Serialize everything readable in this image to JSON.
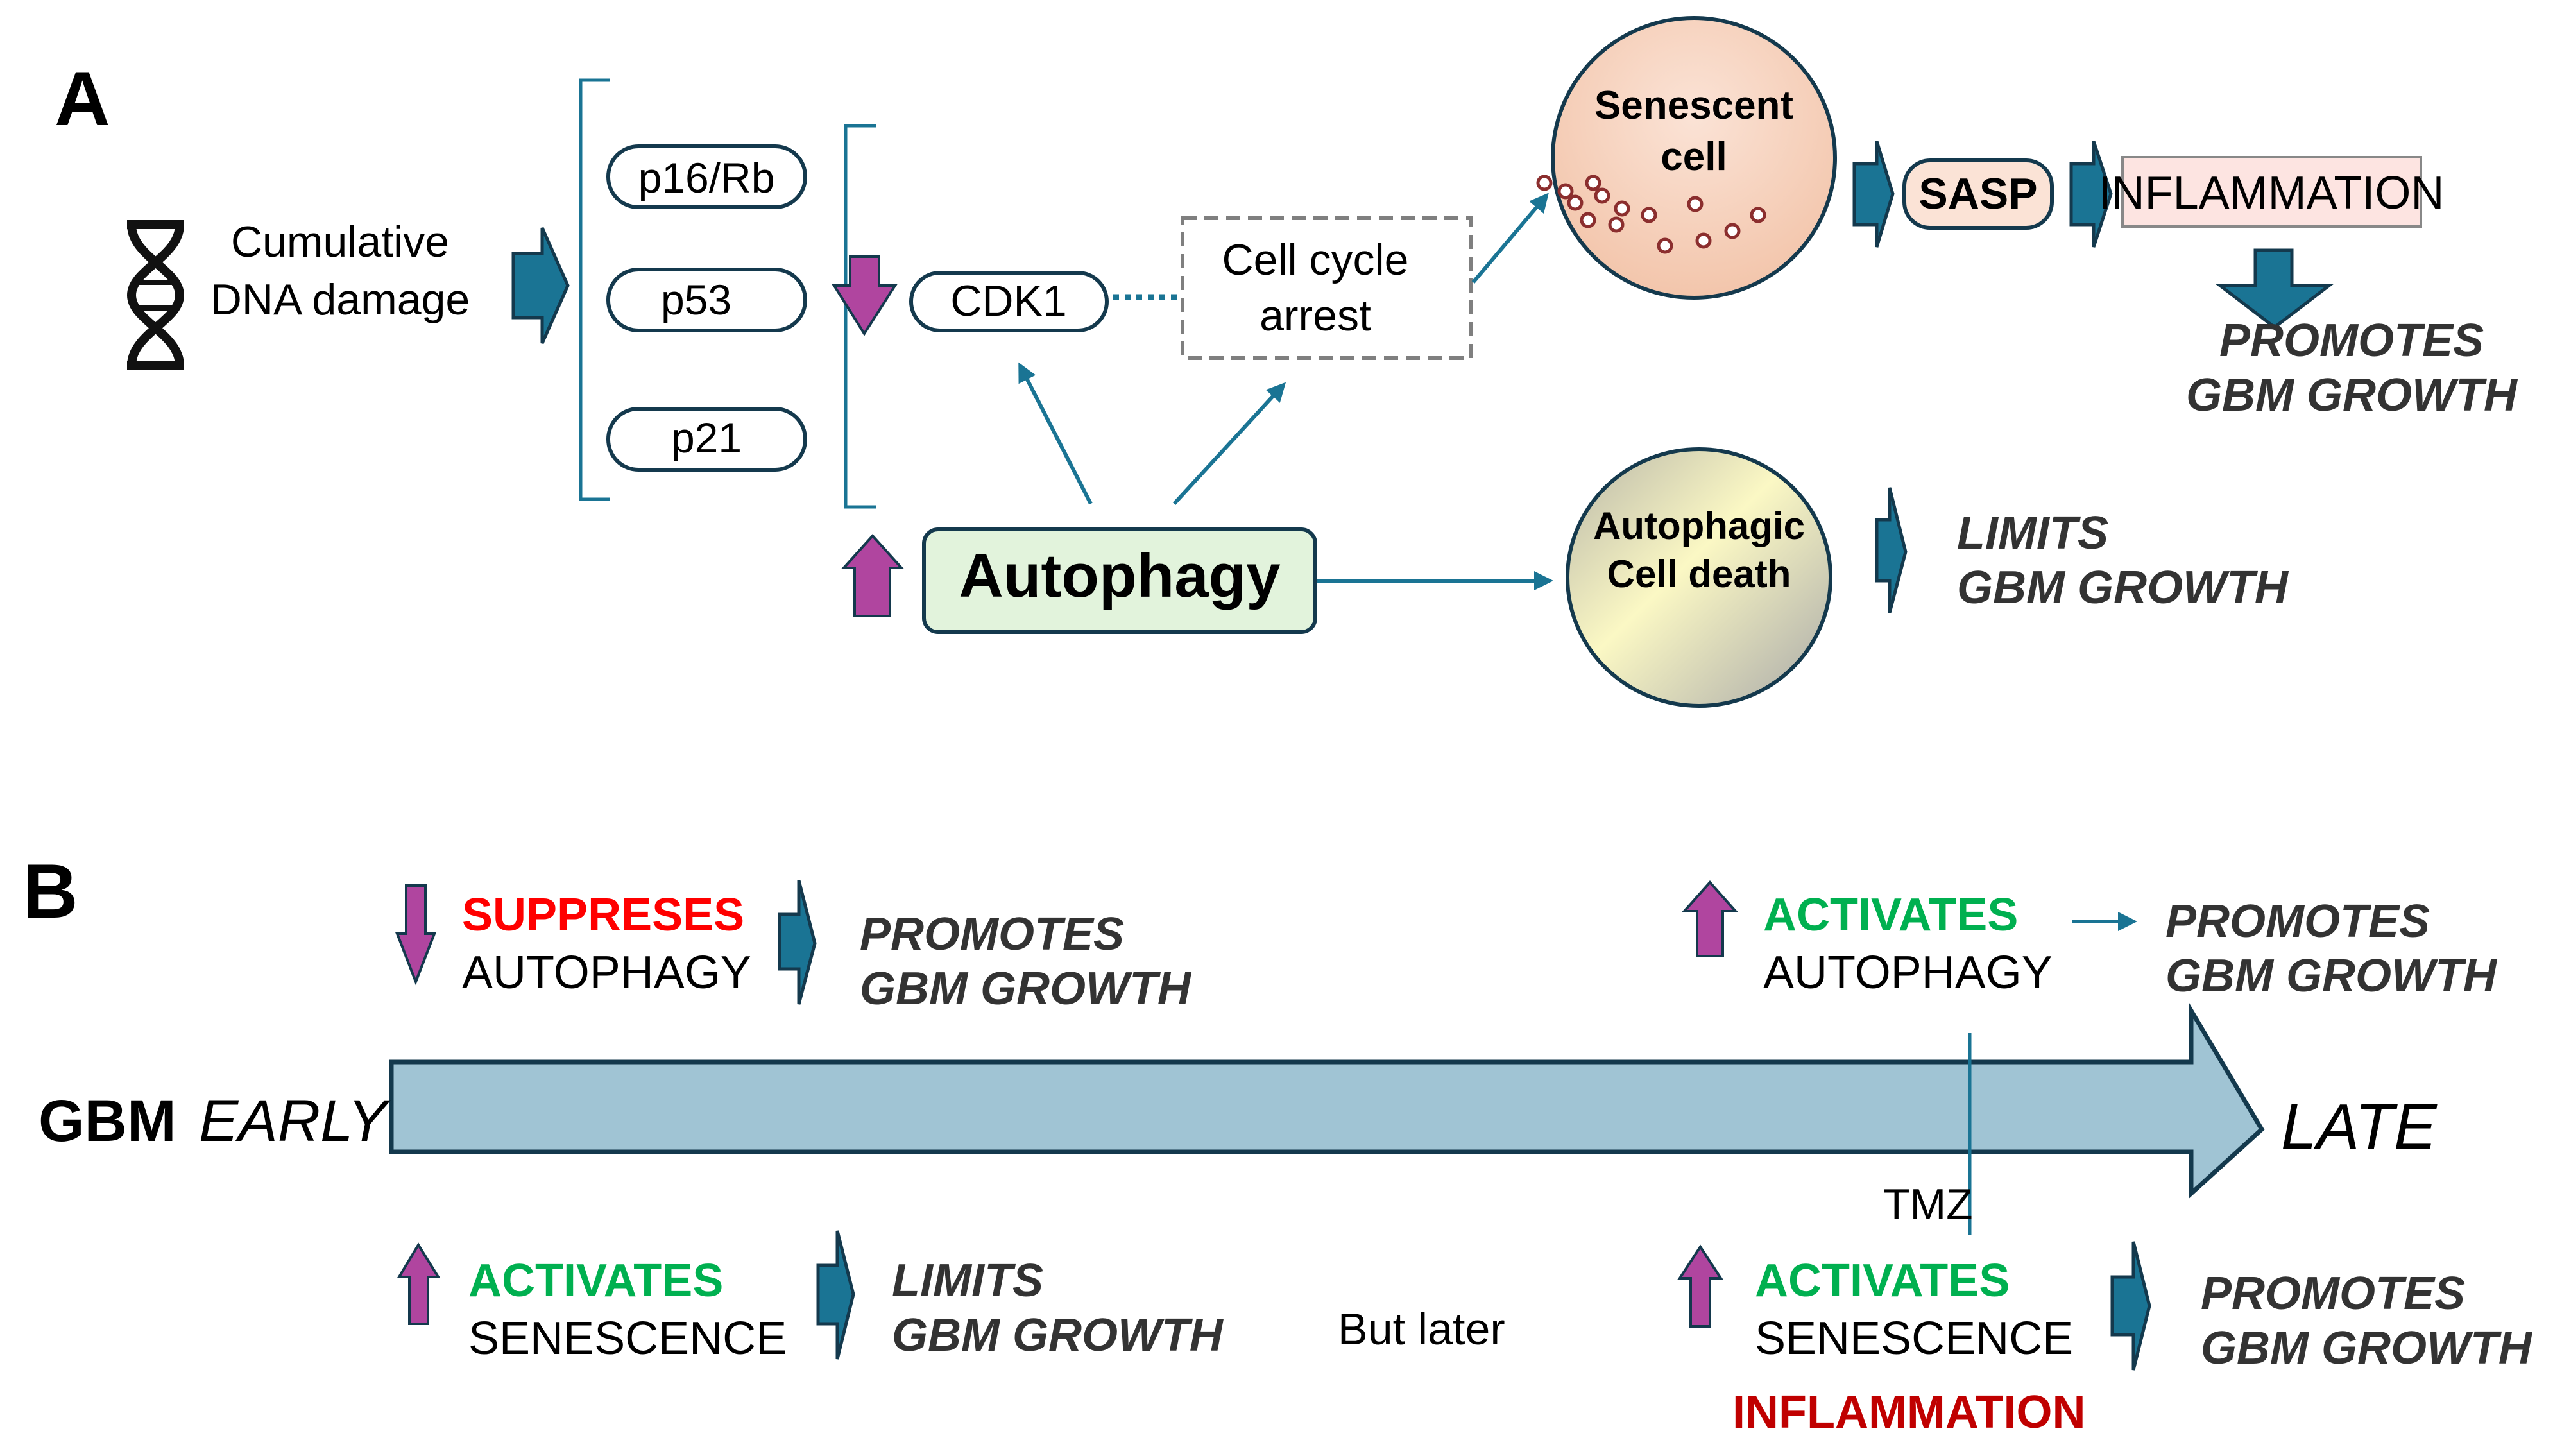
{
  "panelA": {
    "label": "A",
    "dna_damage": {
      "line1": "Cumulative",
      "line2": "DNA damage"
    },
    "checkpoints": [
      "p16/Rb",
      "p53",
      "p21"
    ],
    "cdk1": "CDK1",
    "cell_cycle_arrest": {
      "line1": "Cell cycle",
      "line2": "arrest"
    },
    "autophagy": "Autophagy",
    "senescent_cell": {
      "line1": "Senescent",
      "line2": "cell"
    },
    "sasp": "SASP",
    "inflammation": "INFLAMMATION",
    "promotes": {
      "line1": "PROMOTES",
      "line2": "GBM GROWTH"
    },
    "autophagic_death": {
      "line1": "Autophagic",
      "line2": "Cell death"
    },
    "limits": {
      "line1": "LIMITS",
      "line2": "GBM GROWTH"
    }
  },
  "panelB": {
    "label": "B",
    "timeline": {
      "gbm": "GBM",
      "early": "EARLY",
      "late": "LATE",
      "tmz": "TMZ"
    },
    "early_top": {
      "verb": "SUPPRESES",
      "object": "AUTOPHAGY",
      "outcome1": "PROMOTES",
      "outcome2": "GBM GROWTH"
    },
    "early_bottom": {
      "verb": "ACTIVATES",
      "object": "SENESCENCE",
      "outcome1": "LIMITS",
      "outcome2": "GBM GROWTH"
    },
    "but_later": "But later",
    "late_top": {
      "verb": "ACTIVATES",
      "object": "AUTOPHAGY",
      "outcome1": "PROMOTES",
      "outcome2": "GBM GROWTH"
    },
    "late_bottom": {
      "verb": "ACTIVATES",
      "object": "SENESCENCE",
      "extra": "INFLAMMATION",
      "outcome1": "PROMOTES",
      "outcome2": "GBM GROWTH"
    }
  },
  "colors": {
    "teal": "#1a7494",
    "teal_dark": "#14394d",
    "magenta": "#b0459f",
    "green": "#00b050",
    "red": "#ff0000",
    "dark_red": "#c00000",
    "autophagy_fill": "#e2f3dc",
    "inflammation_fill": "#fde4e1",
    "timeline_fill": "#a0c4d4"
  }
}
